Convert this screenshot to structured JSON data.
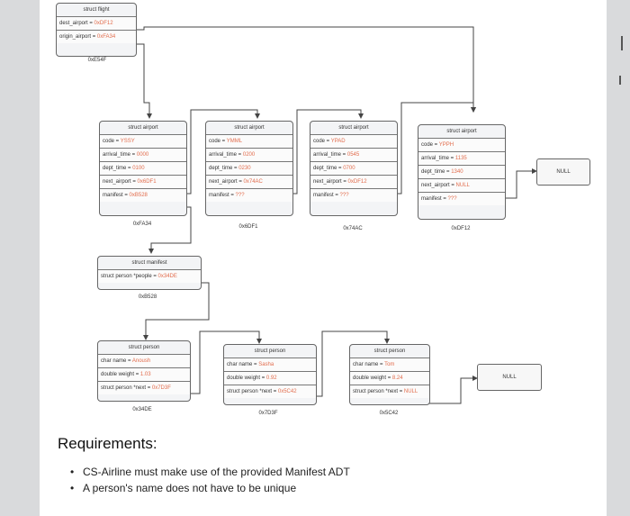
{
  "flight": {
    "header": "struct flight",
    "rows": [
      {
        "key": "dest_airport",
        "value": "0xDF12"
      },
      {
        "key": "origin_airport",
        "value": "0xFA34"
      }
    ],
    "address": "0xE54F"
  },
  "airports": [
    {
      "header": "struct airport",
      "rows": [
        {
          "key": "code",
          "value": "YSSY"
        },
        {
          "key": "arrival_time",
          "value": "0000"
        },
        {
          "key": "dept_time",
          "value": "0100"
        },
        {
          "key": "next_airport",
          "value": "0x6DF1"
        },
        {
          "key": "manifest",
          "value": "0xB528"
        }
      ],
      "address": "0xFA34"
    },
    {
      "header": "struct airport",
      "rows": [
        {
          "key": "code",
          "value": "YMML"
        },
        {
          "key": "arrival_time",
          "value": "0200"
        },
        {
          "key": "dept_time",
          "value": "0230"
        },
        {
          "key": "next_airport",
          "value": "0x74AC"
        },
        {
          "key": "manifest",
          "value": "???"
        }
      ],
      "address": "0x6DF1"
    },
    {
      "header": "struct airport",
      "rows": [
        {
          "key": "code",
          "value": "YPAD"
        },
        {
          "key": "arrival_time",
          "value": "0545"
        },
        {
          "key": "dept_time",
          "value": "0700"
        },
        {
          "key": "next_airport",
          "value": "0xDF12"
        },
        {
          "key": "manifest",
          "value": "???"
        }
      ],
      "address": "0x74AC"
    },
    {
      "header": "struct airport",
      "rows": [
        {
          "key": "code",
          "value": "YPPH"
        },
        {
          "key": "arrival_time",
          "value": "1135"
        },
        {
          "key": "dept_time",
          "value": "1340"
        },
        {
          "key": "next_airport",
          "value": "NULL"
        },
        {
          "key": "manifest",
          "value": "???"
        }
      ],
      "address": "0xDF12"
    }
  ],
  "manifest": {
    "header": "struct manifest",
    "rows": [
      {
        "key": "struct person *people",
        "value": "0x34DE"
      }
    ],
    "address": "0xB528"
  },
  "persons": [
    {
      "header": "struct person",
      "rows": [
        {
          "key": "char name",
          "value": "Anoush"
        },
        {
          "key": "double weight",
          "value": "1.03"
        },
        {
          "key": "struct person *next",
          "value": "0x7D3F"
        }
      ],
      "address": "0x34DE"
    },
    {
      "header": "struct person",
      "rows": [
        {
          "key": "char name",
          "value": "Sasha"
        },
        {
          "key": "double weight",
          "value": "0.92"
        },
        {
          "key": "struct person *next",
          "value": "0x5C42"
        }
      ],
      "address": "0x7D3F"
    },
    {
      "header": "struct person",
      "rows": [
        {
          "key": "char name",
          "value": "Tom"
        },
        {
          "key": "double weight",
          "value": "8.24"
        },
        {
          "key": "struct person *next",
          "value": "NULL"
        }
      ],
      "address": "0x5C42"
    }
  ],
  "null_airport": "NULL",
  "null_person": "NULL",
  "requirements": {
    "title": "Requirements:",
    "items": [
      "CS-Airline must make use of the provided Manifest ADT",
      "A person's name does not have to be unique"
    ]
  },
  "colors": {
    "value_accent": "#e26c4c",
    "wire": "#444444",
    "box_border": "#666666"
  }
}
